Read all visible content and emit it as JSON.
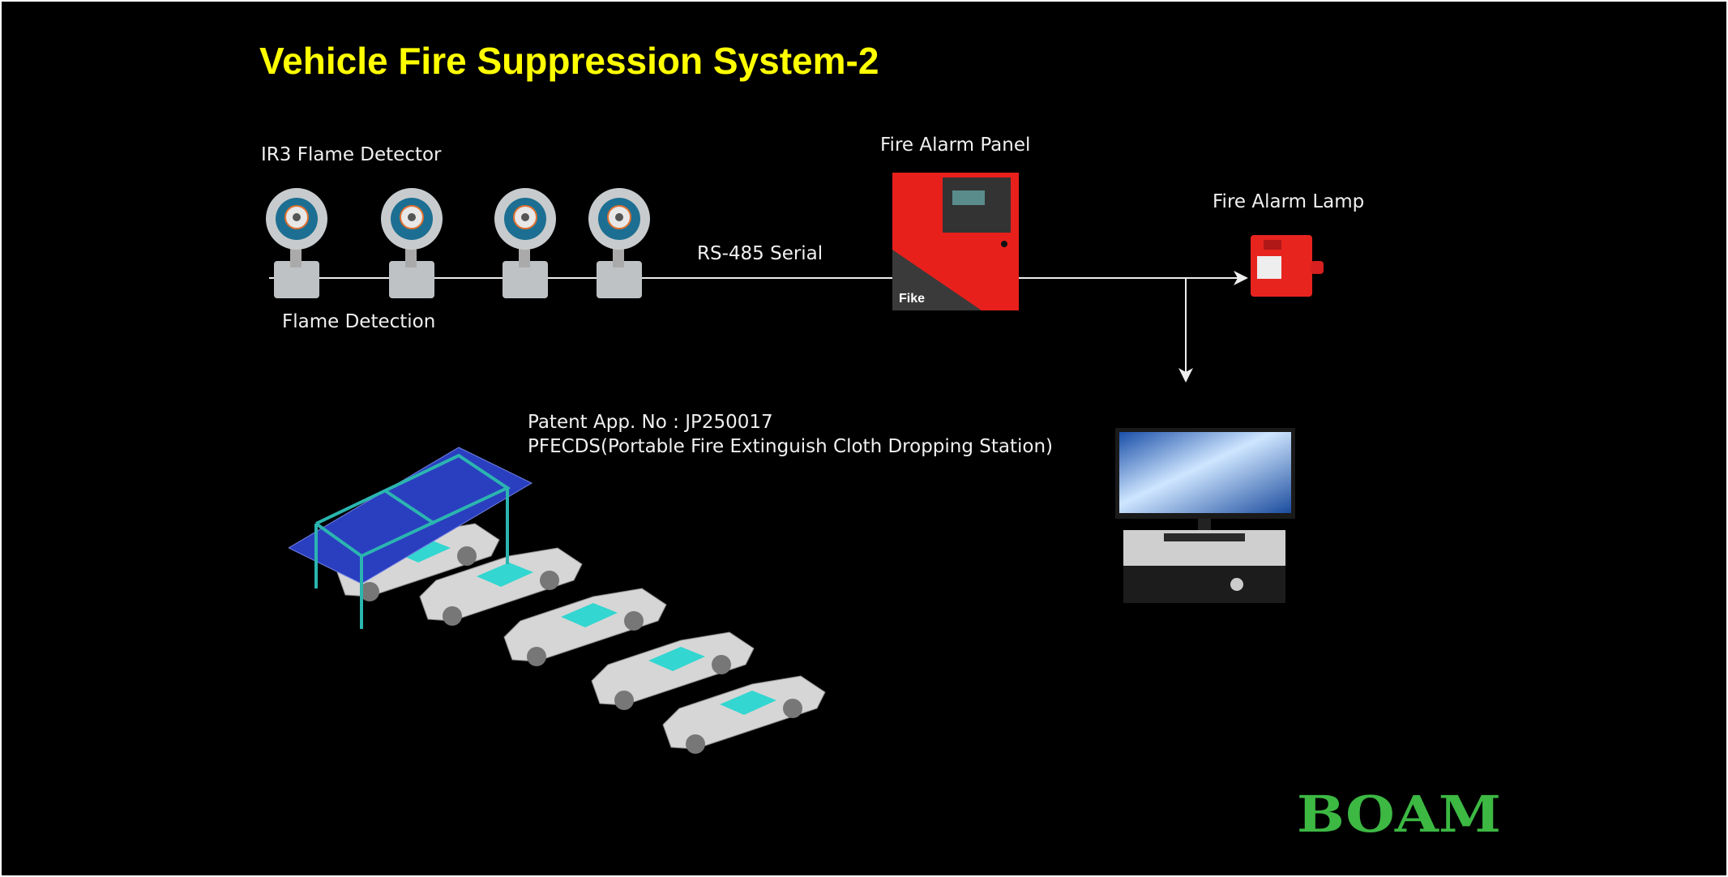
{
  "title": "Vehicle Fire Suppression System-2",
  "labels": {
    "detector": "IR3 Flame Detector",
    "flame_detection": "Flame Detection",
    "serial": "RS-485 Serial",
    "panel": "Fire Alarm Panel",
    "lamp": "Fire Alarm Lamp",
    "patent": "Patent App. No : JP250017",
    "pfecds": "PFECDS(Portable Fire Extinguish Cloth Dropping Station)"
  },
  "panel_brand": "Fike",
  "logo": "BOAM",
  "colors": {
    "title": "#ffff00",
    "panel": "#e8201c",
    "logo": "#3cb843",
    "roof": "#2a3fbf",
    "frame": "#2bb5b0"
  }
}
